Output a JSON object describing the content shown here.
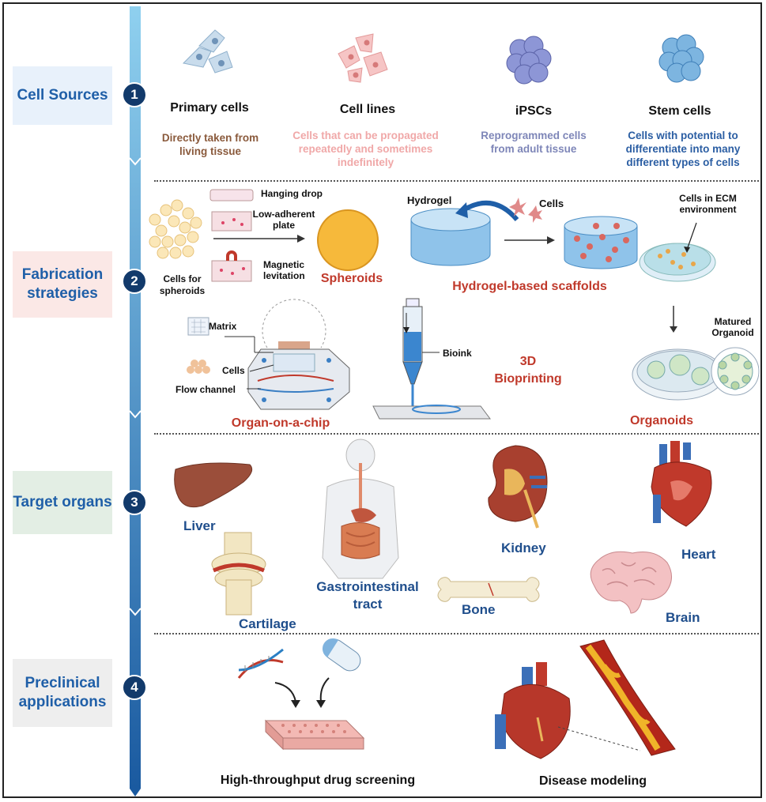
{
  "sections": [
    {
      "number": "1",
      "title": "Cell Sources"
    },
    {
      "number": "2",
      "title": "Fabrication strategies"
    },
    {
      "number": "3",
      "title": "Target organs"
    },
    {
      "number": "4",
      "title": "Preclinical applications"
    }
  ],
  "cell_sources": [
    {
      "name": "Primary cells",
      "description": "Directly taken from living tissue"
    },
    {
      "name": "Cell lines",
      "description": "Cells that can be propagated repeatedly and sometimes indefinitely"
    },
    {
      "name": "iPSCs",
      "description": "Reprogrammed cells from adult tissue"
    },
    {
      "name": "Stem cells",
      "description": "Cells with potential to differentiate into many different types of cells"
    }
  ],
  "fabrication": {
    "spheroids": {
      "cells_label": "Cells for spheroids",
      "method_hanging_drop": "Hanging drop",
      "method_low_adherent": "Low-adherent plate",
      "method_magnetic": "Magnetic levitation",
      "title": "Spheroids"
    },
    "hydrogel": {
      "hydrogel_label": "Hydrogel",
      "cells_label": "Cells",
      "title": "Hydrogel-based scaffolds",
      "ecm_label": "Cells in ECM environment"
    },
    "organ_chip": {
      "matrix_label": "Matrix",
      "cells_label": "Cells",
      "flow_label": "Flow channel",
      "title": "Organ-on-a-chip"
    },
    "bioprinting": {
      "bioink_label": "Bioink",
      "title": "3D Bioprinting"
    },
    "organoids": {
      "matured_label": "Matured Organoid",
      "title": "Organoids"
    }
  },
  "organs": {
    "liver": "Liver",
    "cartilage": "Cartilage",
    "gi": "Gastrointestinal tract",
    "kidney": "Kidney",
    "bone": "Bone",
    "heart": "Heart",
    "brain": "Brain"
  },
  "applications": {
    "screening": "High-throughput drug screening",
    "disease": "Disease modeling"
  },
  "colors": {
    "timeline": "#2a86c9",
    "badge": "#123a6b",
    "section_title": "#1f5fa8",
    "primary": "#8a5a3c",
    "cell_lines": "#f0a8a8",
    "ipsc": "#7e86b8",
    "stem": "#2b5ea3",
    "red_title": "#c0392b"
  }
}
